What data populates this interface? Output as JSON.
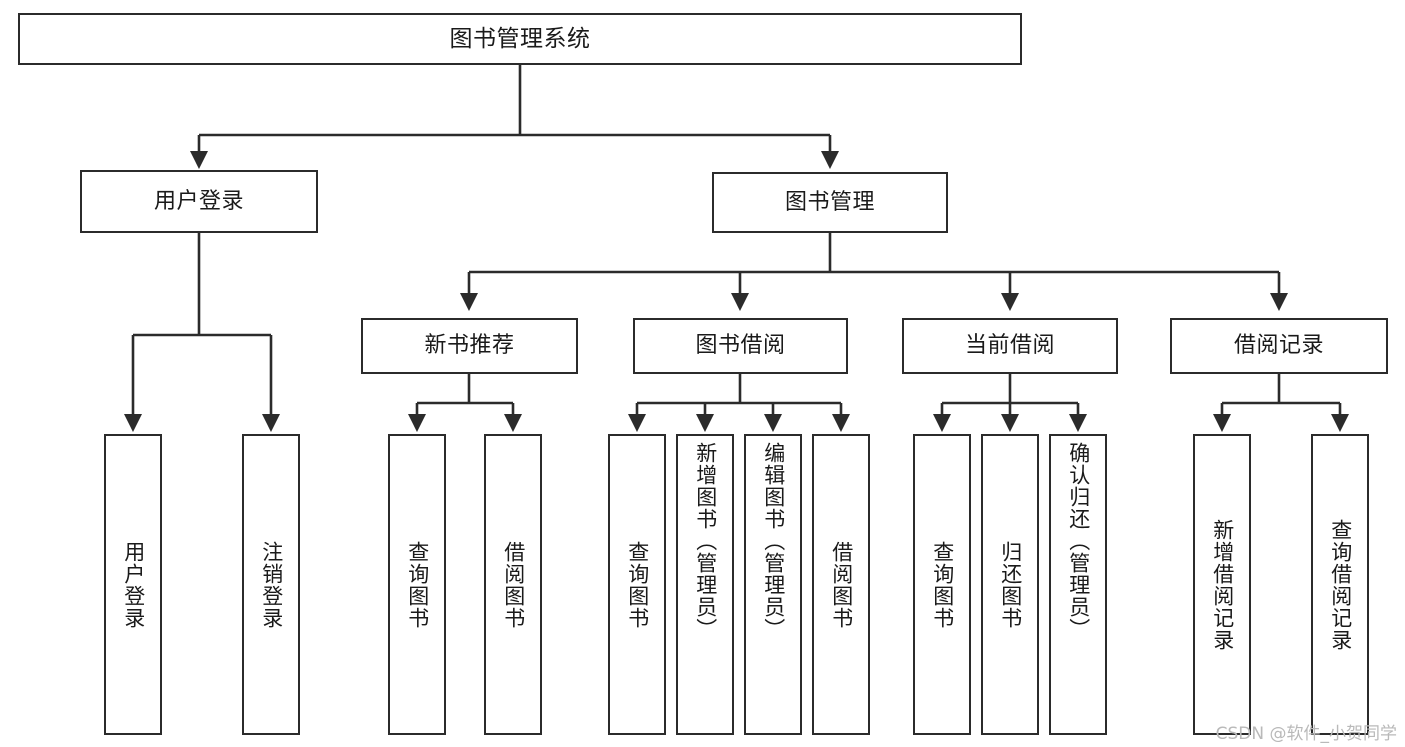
{
  "diagram": {
    "title": "图书管理系统",
    "type": "tree-structure-chart",
    "watermark": "CSDN @软件_小贺同学",
    "colors": {
      "background": "#ffffff",
      "border": "#2b2b2b",
      "text": "#1a1a1a",
      "watermark": "#b9b9b9"
    },
    "root": {
      "label": "图书管理系统"
    },
    "level2": [
      {
        "id": "user-login",
        "label": "用户登录"
      },
      {
        "id": "book-manage",
        "label": "图书管理"
      }
    ],
    "level3": [
      {
        "id": "new-book-recommend",
        "label": "新书推荐"
      },
      {
        "id": "book-borrow",
        "label": "图书借阅"
      },
      {
        "id": "current-borrow",
        "label": "当前借阅"
      },
      {
        "id": "borrow-record",
        "label": "借阅记录"
      }
    ],
    "leaves": {
      "user-login": [
        {
          "id": "leaf-user-login",
          "label": "用户登录"
        },
        {
          "id": "leaf-logout-login",
          "label": "注销登录"
        }
      ],
      "new-book-recommend": [
        {
          "id": "leaf-query-book-1",
          "label": "查询图书"
        },
        {
          "id": "leaf-borrow-book-1",
          "label": "借阅图书"
        }
      ],
      "book-borrow": [
        {
          "id": "leaf-query-book-2",
          "label": "查询图书"
        },
        {
          "id": "leaf-add-book",
          "label": "新增图书（管理员）"
        },
        {
          "id": "leaf-edit-book",
          "label": "编辑图书（管理员）"
        },
        {
          "id": "leaf-borrow-book-2",
          "label": "借阅图书"
        }
      ],
      "current-borrow": [
        {
          "id": "leaf-query-book-3",
          "label": "查询图书"
        },
        {
          "id": "leaf-return-book",
          "label": "归还图书"
        },
        {
          "id": "leaf-confirm-return",
          "label": "确认归还（管理员）"
        }
      ],
      "borrow-record": [
        {
          "id": "leaf-add-record",
          "label": "新增借阅记录"
        },
        {
          "id": "leaf-query-record",
          "label": "查询借阅记录"
        }
      ]
    }
  }
}
